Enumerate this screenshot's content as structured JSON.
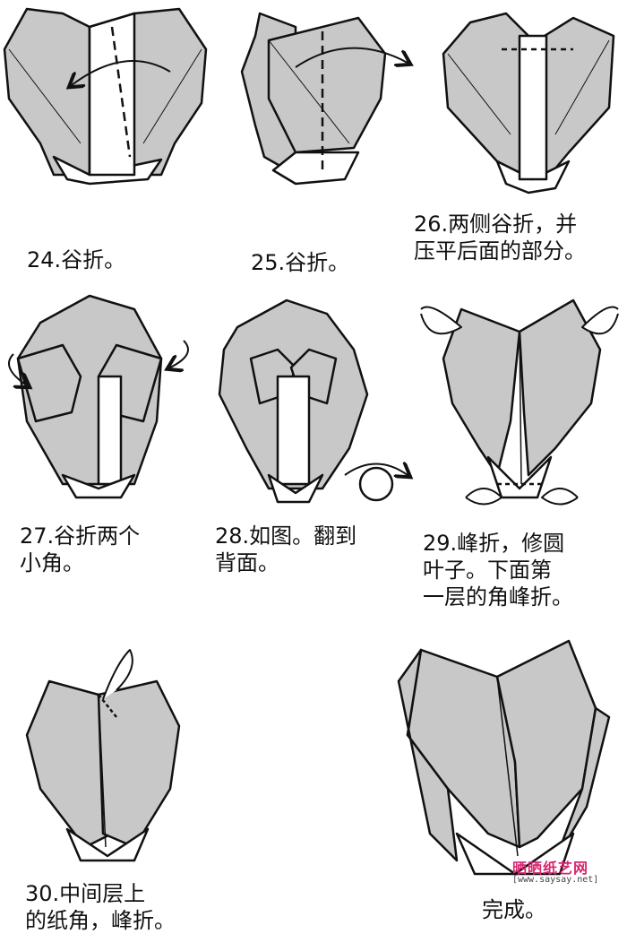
{
  "steps": [
    {
      "id": "24",
      "lines": [
        "24.谷折。"
      ]
    },
    {
      "id": "25",
      "lines": [
        "25.谷折。"
      ]
    },
    {
      "id": "26",
      "lines": [
        "26.两侧谷折，并",
        "压平后面的部分。"
      ]
    },
    {
      "id": "27",
      "lines": [
        "27.谷折两个",
        "小角。"
      ]
    },
    {
      "id": "28",
      "lines": [
        "28.如图。翻到",
        "背面。"
      ]
    },
    {
      "id": "29",
      "lines": [
        "29.峰折，修圆",
        "叶子。下面第",
        "一层的角峰折。"
      ]
    },
    {
      "id": "30",
      "lines": [
        "30.中间层上",
        "的纸角，峰折。"
      ]
    },
    {
      "id": "done",
      "lines": [
        "完成。"
      ]
    }
  ],
  "watermark": {
    "brand": "晒晒纸艺网",
    "url": "[www.saysay.net]"
  },
  "colors": {
    "paper": "#c8c8c8",
    "outline": "#111111",
    "background": "#ffffff",
    "watermark": "#d6266f"
  }
}
